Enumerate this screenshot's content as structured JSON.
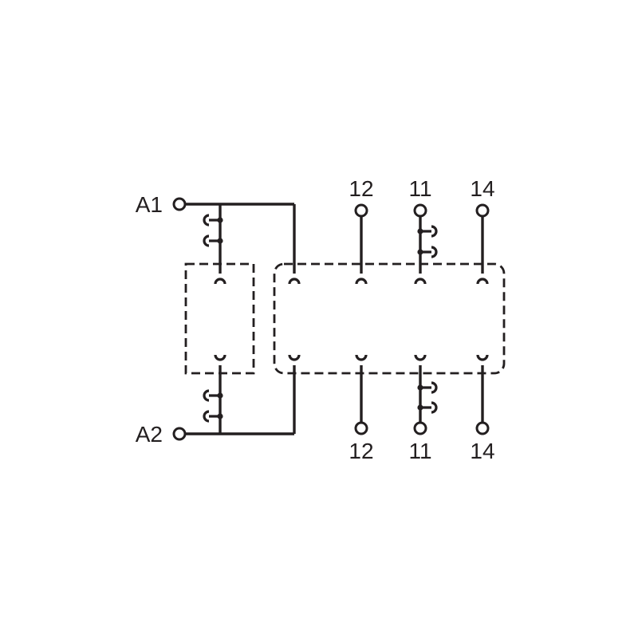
{
  "terminals": {
    "coil_top": "A1",
    "coil_bottom": "A2",
    "top_nc": "12",
    "top_com": "11",
    "top_no": "14",
    "bottom_nc": "12",
    "bottom_com": "11",
    "bottom_no": "14"
  },
  "colors": {
    "line": "#231f20",
    "background": "#ffffff"
  }
}
